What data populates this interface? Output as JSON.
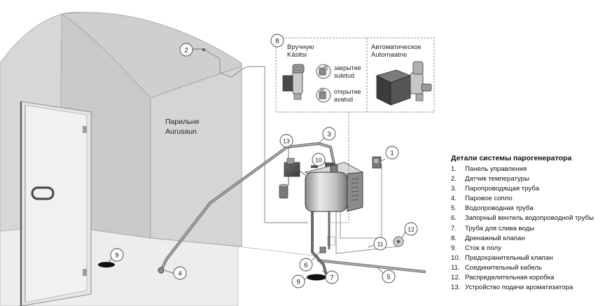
{
  "room": {
    "label_ru": "Парильня",
    "label_et": "Aurusaun"
  },
  "drain_valve_box": {
    "number": "8",
    "manual_ru": "Вручную",
    "manual_et": "Käsitsi",
    "closed_ru": "закрытие",
    "closed_et": "suletud",
    "open_ru": "открытие",
    "open_et": "avatud",
    "auto_ru": "Автоматическое",
    "auto_et": "Automaatne"
  },
  "callouts": {
    "c1": "1",
    "c2": "2",
    "c3": "3",
    "c4": "4",
    "c5": "5",
    "c6": "6",
    "c7": "7",
    "c9a": "9",
    "c9b": "9",
    "c10": "10",
    "c11": "11",
    "c12": "12",
    "c13": "13"
  },
  "legend": {
    "title": "Детали системы парогенератора",
    "items": [
      {
        "num": "1.",
        "text": "Панель управления"
      },
      {
        "num": "2.",
        "text": "Датчик температуры"
      },
      {
        "num": "3.",
        "text": "Паропроводящая труба"
      },
      {
        "num": "4.",
        "text": "Паровое сопло"
      },
      {
        "num": "5.",
        "text": "Водопроводная труба"
      },
      {
        "num": "6.",
        "text": "Запорный вентиль водопроводной трубы"
      },
      {
        "num": "7.",
        "text": "Труба для слива воды"
      },
      {
        "num": "8.",
        "text": "Дренажный клапан"
      },
      {
        "num": "9.",
        "text": "Сток в полу"
      },
      {
        "num": "10.",
        "text": "Предохранительный клапан"
      },
      {
        "num": "11.",
        "text": "Соединительный кабель"
      },
      {
        "num": "12.",
        "text": "Распределительная коробка"
      },
      {
        "num": "13.",
        "text": "Устройство подачи ароматизатора"
      }
    ]
  }
}
